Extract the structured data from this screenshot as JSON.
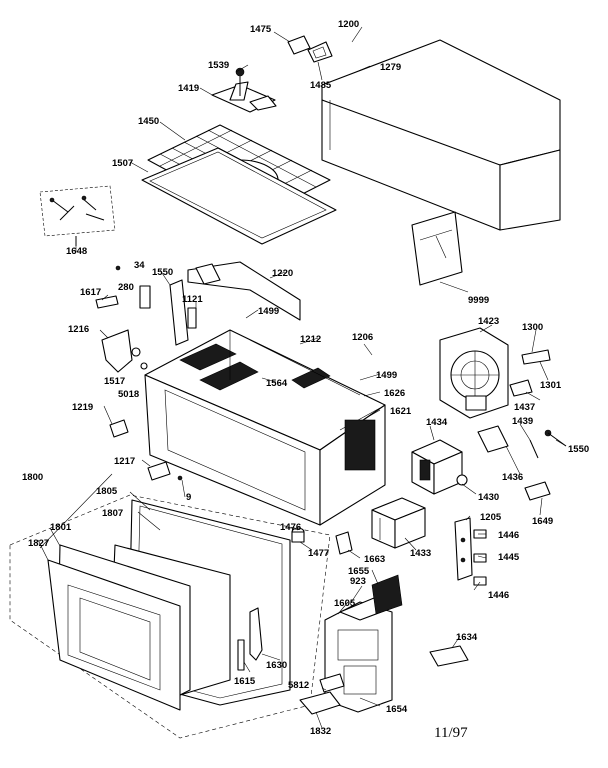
{
  "diagram": {
    "date_stamp": "11/97",
    "part_labels": [
      "1475",
      "1200",
      "1485",
      "1539",
      "1279",
      "1419",
      "1450",
      "1507",
      "1648",
      "1220",
      "34",
      "280",
      "1550",
      "1617",
      "1121",
      "1499",
      "1212",
      "1206",
      "1216",
      "1517",
      "5018",
      "1564",
      "1499",
      "1626",
      "1219",
      "1621",
      "1217",
      "9",
      "1800",
      "1805",
      "1807",
      "1801",
      "1827",
      "1476",
      "1477",
      "1663",
      "1655",
      "923",
      "1605",
      "1615",
      "1630",
      "5812",
      "1832",
      "1654",
      "1433",
      "1434",
      "1423",
      "1300",
      "1301",
      "1437",
      "1439",
      "1550",
      "1436",
      "1430",
      "1649",
      "1205",
      "1446",
      "1445",
      "1446",
      "1634",
      "9999"
    ]
  }
}
